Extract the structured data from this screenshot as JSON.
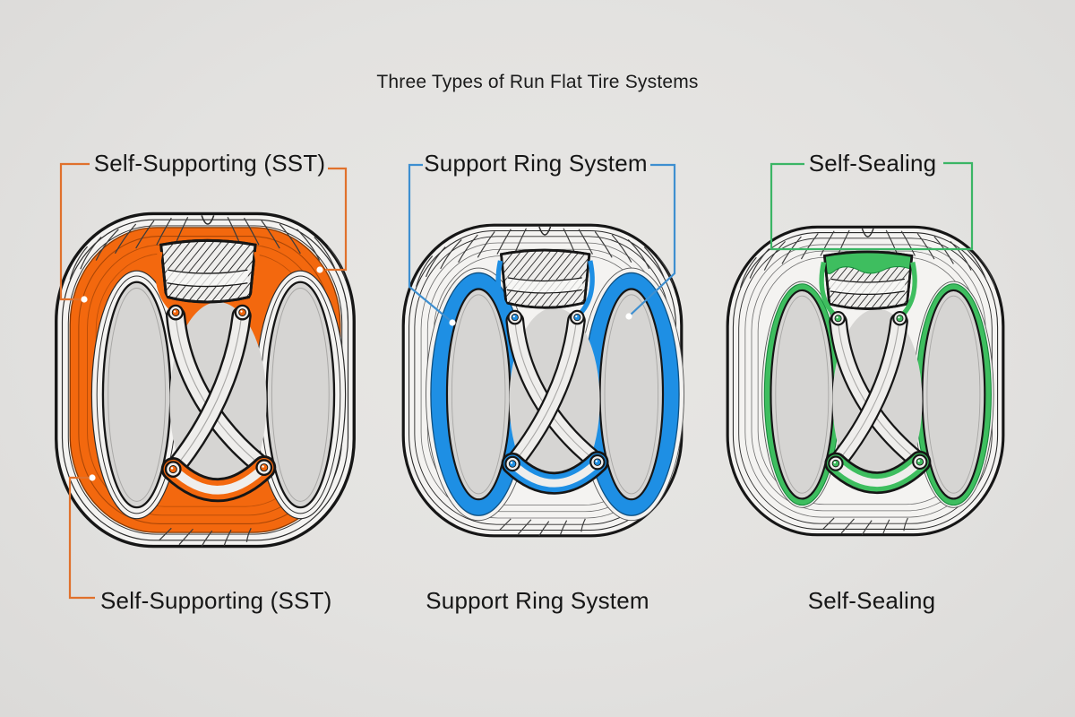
{
  "title": "Three Types of Run Flat Tire Systems",
  "systems": [
    {
      "id": "sst",
      "top_label": "Self-Supporting (SST)",
      "bottom_label": "Self-Supporting (SST)",
      "color": "#F3680E",
      "color_dark": "#8A3A00",
      "accent": "#E0712C"
    },
    {
      "id": "ring",
      "top_label": "Support Ring System",
      "bottom_label": "Support Ring System",
      "color": "#1E8FE4",
      "color_dark": "#0E4F80",
      "accent": "#3E8FD0"
    },
    {
      "id": "seal",
      "top_label": "Self-Sealing",
      "bottom_label": "Self-Sealing",
      "color": "#3EBE5F",
      "color_dark": "#178A3C",
      "accent": "#3BB565"
    }
  ],
  "colors": {
    "background": "#E3E2E0",
    "ink": "#161616",
    "tire_body": "#F4F3F1",
    "cross_section": "#EFEEEC",
    "opening_gray": "#D6D5D3"
  }
}
